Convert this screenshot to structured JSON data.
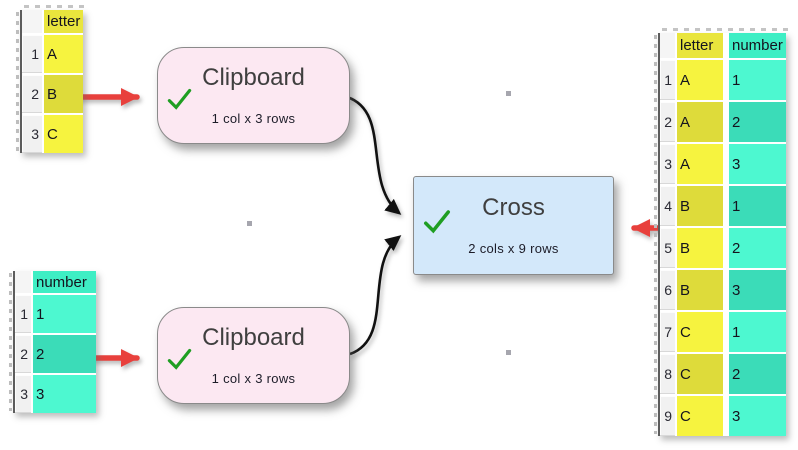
{
  "app": {
    "view": "transform-canvas"
  },
  "nodes": {
    "clipboard_top": {
      "title": "Clipboard",
      "subtitle": "1 col x 3 rows",
      "status": "ok"
    },
    "clipboard_bottom": {
      "title": "Clipboard",
      "subtitle": "1 col x 3 rows",
      "status": "ok"
    },
    "cross": {
      "title": "Cross",
      "subtitle": "2 cols x 9 rows",
      "status": "ok"
    }
  },
  "tables": {
    "letter": {
      "header": "letter",
      "rows": [
        {
          "n": "1",
          "v": "A"
        },
        {
          "n": "2",
          "v": "B"
        },
        {
          "n": "3",
          "v": "C"
        }
      ]
    },
    "number": {
      "header": "number",
      "rows": [
        {
          "n": "1",
          "v": "1"
        },
        {
          "n": "2",
          "v": "2"
        },
        {
          "n": "3",
          "v": "3"
        }
      ]
    },
    "result": {
      "headers": [
        "letter",
        "number"
      ],
      "rows": [
        {
          "n": "1",
          "letter": "A",
          "number": "1"
        },
        {
          "n": "2",
          "letter": "A",
          "number": "2"
        },
        {
          "n": "3",
          "letter": "A",
          "number": "3"
        },
        {
          "n": "4",
          "letter": "B",
          "number": "1"
        },
        {
          "n": "5",
          "letter": "B",
          "number": "2"
        },
        {
          "n": "6",
          "letter": "B",
          "number": "3"
        },
        {
          "n": "7",
          "letter": "C",
          "number": "1"
        },
        {
          "n": "8",
          "letter": "C",
          "number": "2"
        },
        {
          "n": "9",
          "letter": "C",
          "number": "3"
        }
      ]
    }
  },
  "icons": {
    "success_check": "checkmark",
    "flow_arrow": "arrowhead"
  },
  "colors": {
    "node_clipboard_fill": "#fce8f2",
    "node_cross_fill": "#d3e8fa",
    "node_border": "#8a8a8a",
    "check_green": "#1f9e22",
    "annotation_red": "#e8403c",
    "wire_black": "#111111",
    "col_letter_yellow": "#f6f33f",
    "col_letter_yellow_alt": "#dedb3a",
    "col_number_teal": "#4df8d0",
    "col_number_teal_alt": "#3bdcb8",
    "header_yellow": "#e9e53d",
    "header_teal": "#3eeec4"
  }
}
